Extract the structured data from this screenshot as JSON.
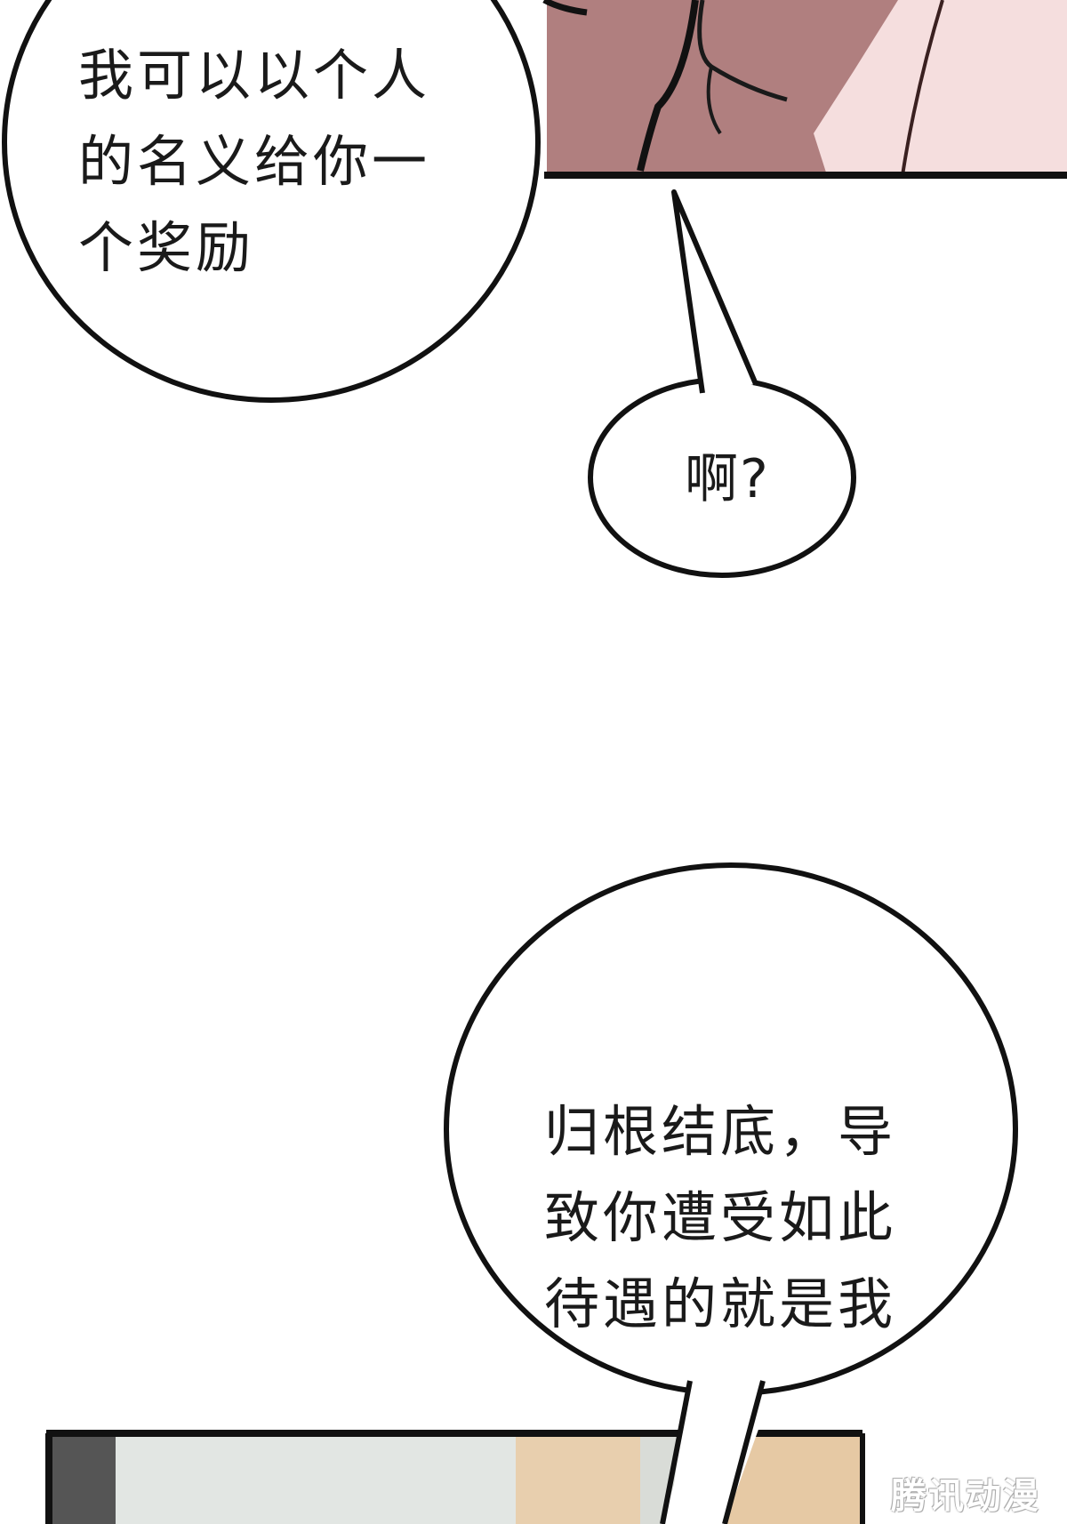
{
  "panels": {
    "top_panel": {
      "skin_color": "#b07f7f",
      "highlight_color": "#f5dede"
    },
    "bottom_panel": {
      "wall_color": "#d9dcd7",
      "wood_color": "#e8cfae",
      "dark_color": "#555555"
    }
  },
  "bubbles": {
    "bubble1": {
      "lines": [
        "我可以以个人",
        "的名义给你一",
        "个奖励"
      ]
    },
    "bubble2": {
      "text": "啊?"
    },
    "bubble3": {
      "lines": [
        "归根结底，导",
        "致你遭受如此",
        "待遇的就是我"
      ]
    }
  },
  "watermark": {
    "text": "腾讯动漫"
  }
}
